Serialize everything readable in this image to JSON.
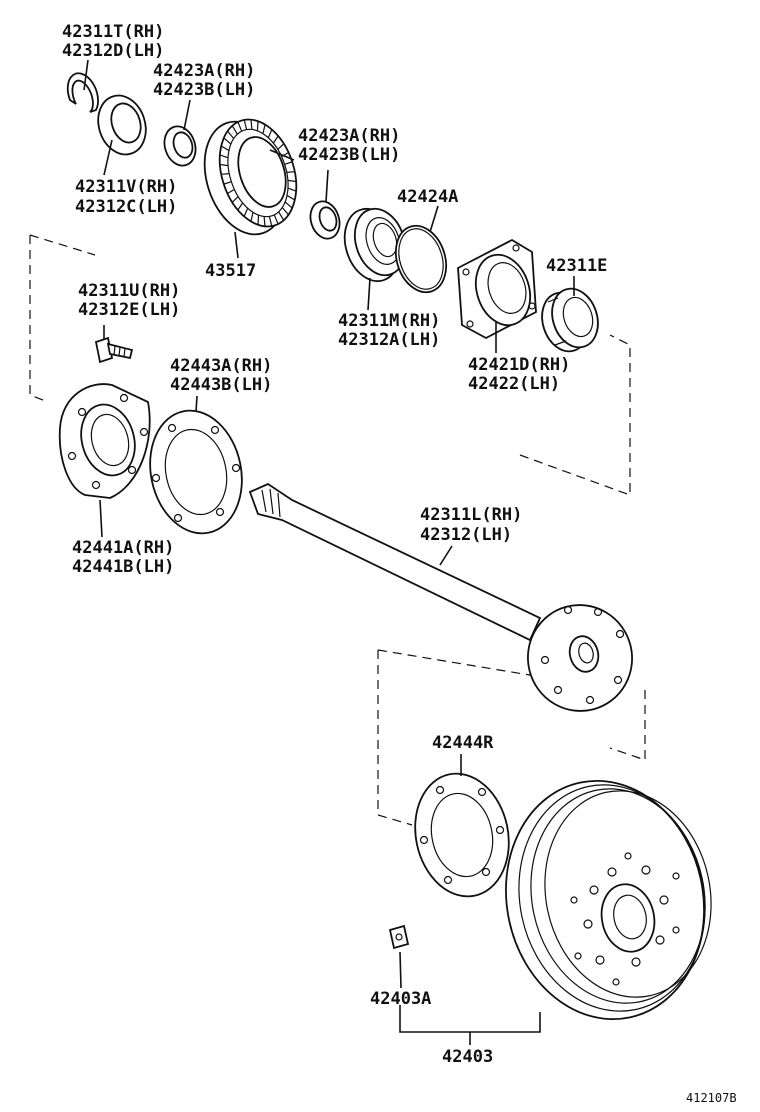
{
  "callouts": [
    {
      "id": "snap-ring",
      "lines": [
        "42311T(RH)",
        "42312D(LH)"
      ]
    },
    {
      "id": "bearing-retainer",
      "lines": [
        "42311V(RH)",
        "42312C(LH)"
      ]
    },
    {
      "id": "outer-spacer",
      "lines": [
        "42423A(RH)",
        "42423B(LH)"
      ]
    },
    {
      "id": "inner-spacer",
      "lines": [
        "42423A(RH)",
        "42423B(LH)"
      ]
    },
    {
      "id": "abs-rotor",
      "lines": [
        "43517"
      ]
    },
    {
      "id": "o-ring",
      "lines": [
        "42424A"
      ]
    },
    {
      "id": "hub-bearing",
      "lines": [
        "42311M(RH)",
        "42312A(LH)"
      ]
    },
    {
      "id": "bearing-case",
      "lines": [
        "42421D(RH)",
        "42422(LH)"
      ]
    },
    {
      "id": "oil-seal",
      "lines": [
        "42311E"
      ]
    },
    {
      "id": "hub-bolt",
      "lines": [
        "42311U(RH)",
        "42312E(LH)"
      ]
    },
    {
      "id": "backing-plate",
      "lines": [
        "42443A(RH)",
        "42443B(LH)"
      ]
    },
    {
      "id": "retainer-plate",
      "lines": [
        "42441A(RH)",
        "42441B(LH)"
      ]
    },
    {
      "id": "axle-shaft",
      "lines": [
        "42311L(RH)",
        "42312(LH)"
      ]
    },
    {
      "id": "gasket",
      "lines": [
        "42444R"
      ]
    },
    {
      "id": "hole-plug",
      "lines": [
        "42403A"
      ]
    },
    {
      "id": "brake-drum",
      "lines": [
        "42403"
      ]
    }
  ],
  "catalog_id": "412107B",
  "colors": {
    "ink": "#111111",
    "paper": "#ffffff"
  }
}
